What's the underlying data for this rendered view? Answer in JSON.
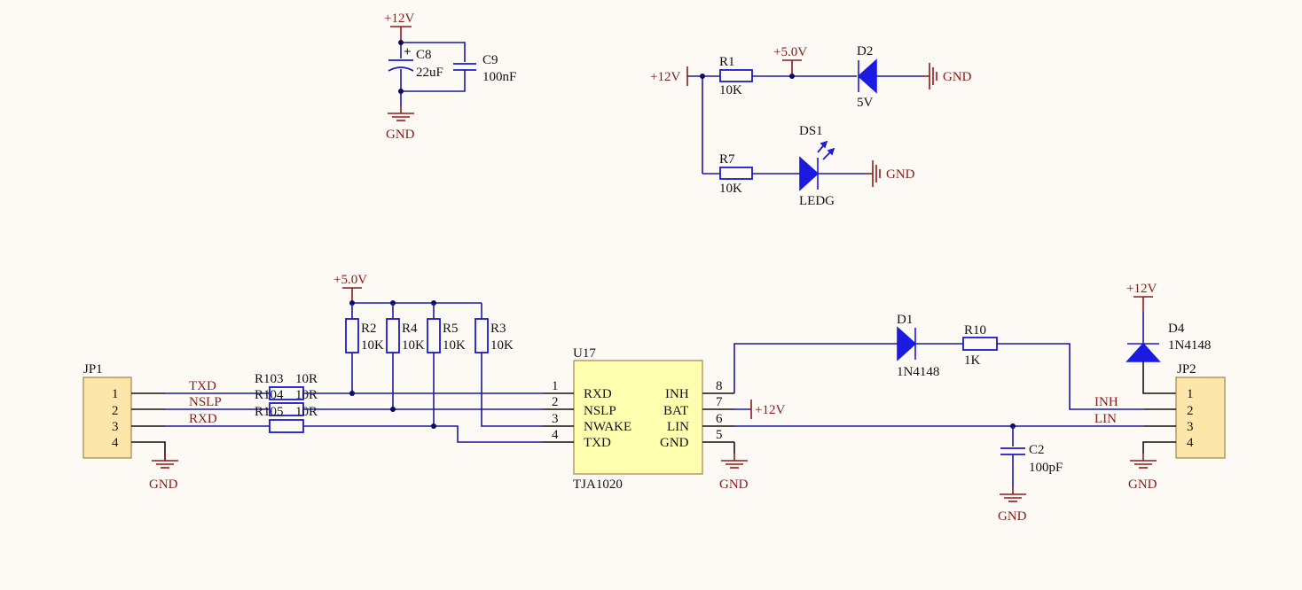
{
  "colors": {
    "background": "#fdfaf6",
    "wire": "#1a1aa0",
    "power_symbol": "#8b1a1a",
    "component": "#1a1acc",
    "ic_fill": "#ffffb0",
    "connector_fill": "#fce6aa"
  },
  "power_labels": {
    "v12_cap": "+12V",
    "v12_r1": "+12V",
    "v12_bat": "+12V",
    "v12_d4": "+12V",
    "v5_r1": "+5.0V",
    "v5_pullups": "+5.0V"
  },
  "gnd_labels": {
    "cap": "GND",
    "d2": "GND",
    "ds1": "GND",
    "jp1": "GND",
    "u17": "GND",
    "c2": "GND",
    "jp2": "GND"
  },
  "components": {
    "c8": {
      "ref": "C8",
      "value": "22uF",
      "polarity": "+"
    },
    "c9": {
      "ref": "C9",
      "value": "100nF"
    },
    "r1": {
      "ref": "R1",
      "value": "10K"
    },
    "r7": {
      "ref": "R7",
      "value": "10K"
    },
    "d2": {
      "ref": "D2",
      "value": "5V"
    },
    "ds1": {
      "ref": "DS1",
      "value": "LEDG"
    },
    "r2": {
      "ref": "R2",
      "value": "10K"
    },
    "r4": {
      "ref": "R4",
      "value": "10K"
    },
    "r5": {
      "ref": "R5",
      "value": "10K"
    },
    "r3": {
      "ref": "R3",
      "value": "10K"
    },
    "r103": {
      "ref": "R103",
      "value": "10R"
    },
    "r104": {
      "ref": "R104",
      "value": "10R"
    },
    "r105": {
      "ref": "R105",
      "value": "10R"
    },
    "d1": {
      "ref": "D1",
      "value": "1N4148"
    },
    "r10": {
      "ref": "R10",
      "value": "1K"
    },
    "d4": {
      "ref": "D4",
      "value": "1N4148"
    },
    "c2": {
      "ref": "C2",
      "value": "100pF"
    }
  },
  "jp1": {
    "ref": "JP1",
    "pins": [
      "1",
      "2",
      "3",
      "4"
    ],
    "nets": [
      "TXD",
      "NSLP",
      "RXD"
    ]
  },
  "jp2": {
    "ref": "JP2",
    "pins": [
      "1",
      "2",
      "3",
      "4"
    ],
    "nets": [
      "INH",
      "LIN"
    ]
  },
  "u17": {
    "ref": "U17",
    "part": "TJA1020",
    "left_pins": [
      {
        "num": "1",
        "name": "RXD"
      },
      {
        "num": "2",
        "name": "NSLP"
      },
      {
        "num": "3",
        "name": "NWAKE"
      },
      {
        "num": "4",
        "name": "TXD"
      }
    ],
    "right_pins": [
      {
        "num": "8",
        "name": "INH"
      },
      {
        "num": "7",
        "name": "BAT"
      },
      {
        "num": "6",
        "name": "LIN"
      },
      {
        "num": "5",
        "name": "GND"
      }
    ]
  }
}
